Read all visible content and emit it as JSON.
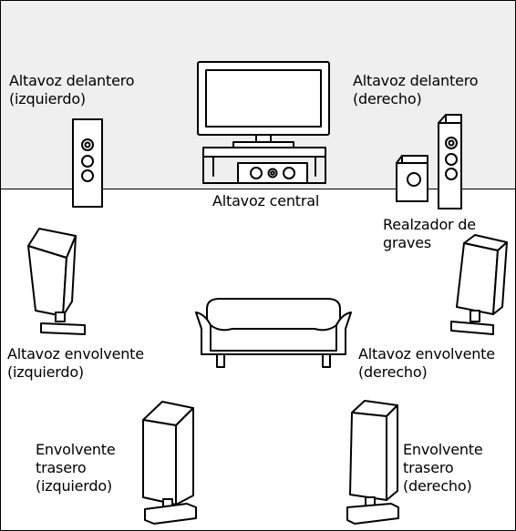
{
  "colors": {
    "wall": "#efefef",
    "floor": "#ffffff",
    "outline": "#000000"
  },
  "labels": {
    "front_left": [
      "Altavoz delantero",
      "(izquierdo)"
    ],
    "front_right": [
      "Altavoz delantero",
      "(derecho)"
    ],
    "center": "Altavoz central",
    "subwoofer": [
      "Realzador de",
      "graves"
    ],
    "surround_left": [
      "Altavoz envolvente",
      "(izquierdo)"
    ],
    "surround_right": [
      "Altavoz envolvente",
      "(derecho)"
    ],
    "rear_left": [
      "Envolvente",
      "trasero",
      "(izquierdo)"
    ],
    "rear_right": [
      "Envolvente",
      "trasero",
      "(derecho)"
    ]
  },
  "icons": [
    "television-icon",
    "tv-stand-icon",
    "center-speaker-icon",
    "front-speaker-icon",
    "subwoofer-icon",
    "surround-speaker-icon",
    "sofa-icon"
  ]
}
